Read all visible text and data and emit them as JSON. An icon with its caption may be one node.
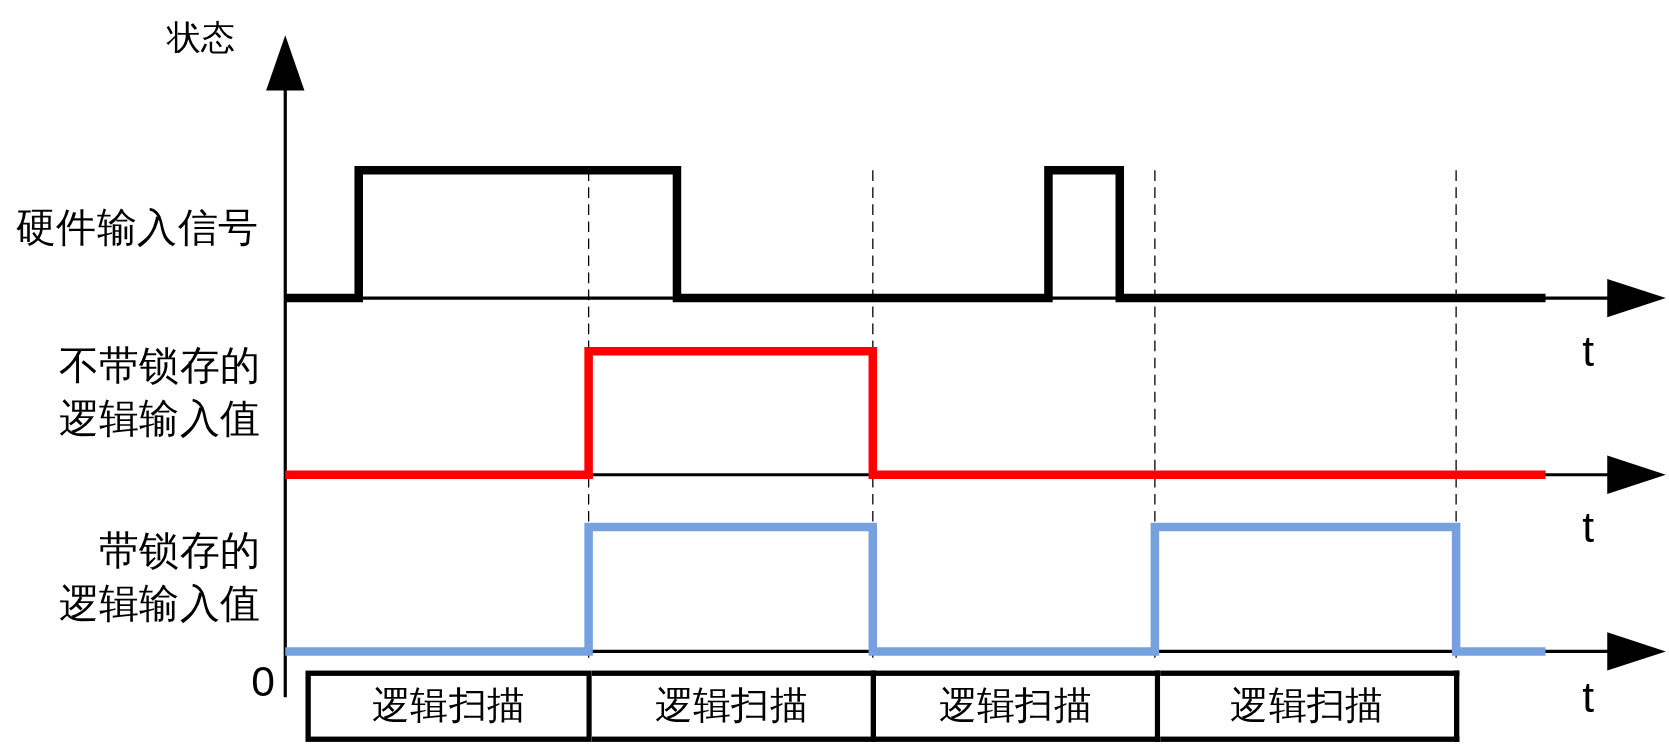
{
  "diagram": {
    "nodes": [
      {
        "text": [
          "逻辑扫描"
        ]
      },
      {
        "text": [
          "逻辑扫描"
        ]
      },
      {
        "text": [
          "逻辑扫描"
        ]
      },
      {
        "text": [
          "逻辑扫描"
        ]
      }
    ],
    "edges": [],
    "labels": [
      "状态",
      "硬件输入信号",
      "不带锁存的逻辑输入值",
      "带锁存的逻辑输入值",
      "t",
      "t",
      "t",
      "0"
    ]
  }
}
